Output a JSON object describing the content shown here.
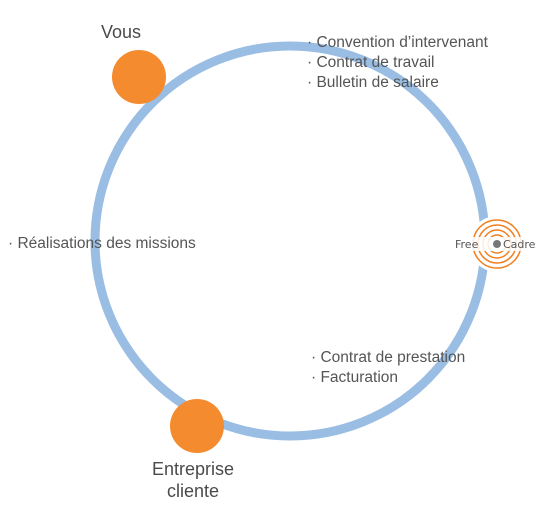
{
  "nodes": {
    "top": {
      "label": "Vous"
    },
    "bottom": {
      "label_line1": "Entreprise",
      "label_line2": "cliente"
    }
  },
  "logo": {
    "left_text": "Free",
    "right_text": "Cadre"
  },
  "annotations": {
    "top_right": [
      "· Convention d’intervenant",
      "· Contrat de travail",
      "· Bulletin de salaire"
    ],
    "left": [
      "· Réalisations des missions"
    ],
    "bottom_right": [
      "· Contrat de prestation",
      "· Facturation"
    ]
  },
  "colors": {
    "ring": "#99bde3",
    "node": "#f58b2f",
    "logo_ring": "#f07f1e"
  }
}
